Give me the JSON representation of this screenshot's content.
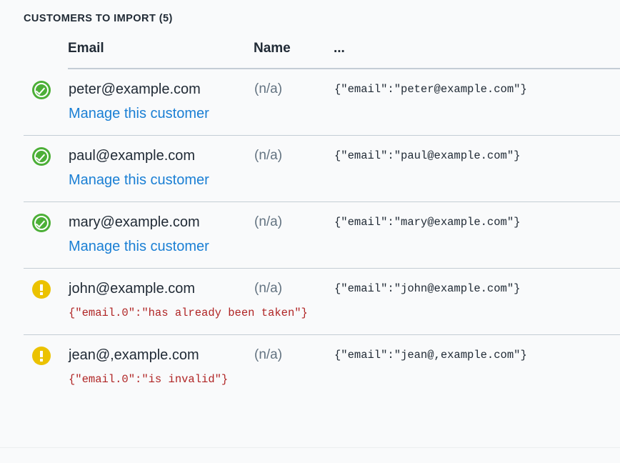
{
  "section": {
    "title": "CUSTOMERS TO IMPORT (5)",
    "count": 5
  },
  "colors": {
    "background": "#f9fafb",
    "text": "#212b36",
    "muted": "#637381",
    "link": "#1a7fd4",
    "success": "#4caf37",
    "warning": "#ebc200",
    "error": "#b02525",
    "divider": "#c4cdd5"
  },
  "table": {
    "headers": {
      "status": "",
      "email": "Email",
      "name": "Name",
      "extra": "..."
    },
    "rows": [
      {
        "status_icon": "check-circle-icon",
        "status": "success",
        "email": "peter@example.com",
        "name": "(n/a)",
        "extra": "{\"email\":\"peter@example.com\"}",
        "action_label": "Manage this customer",
        "error": null
      },
      {
        "status_icon": "check-circle-icon",
        "status": "success",
        "email": "paul@example.com",
        "name": "(n/a)",
        "extra": "{\"email\":\"paul@example.com\"}",
        "action_label": "Manage this customer",
        "error": null
      },
      {
        "status_icon": "check-circle-icon",
        "status": "success",
        "email": "mary@example.com",
        "name": "(n/a)",
        "extra": "{\"email\":\"mary@example.com\"}",
        "action_label": "Manage this customer",
        "error": null
      },
      {
        "status_icon": "warning-circle-icon",
        "status": "warning",
        "email": "john@example.com",
        "name": "(n/a)",
        "extra": "{\"email\":\"john@example.com\"}",
        "action_label": null,
        "error": "{\"email.0\":\"has already been taken\"}"
      },
      {
        "status_icon": "warning-circle-icon",
        "status": "warning",
        "email": "jean@,example.com",
        "name": "(n/a)",
        "extra": "{\"email\":\"jean@,example.com\"}",
        "action_label": null,
        "error": "{\"email.0\":\"is invalid\"}"
      }
    ]
  }
}
